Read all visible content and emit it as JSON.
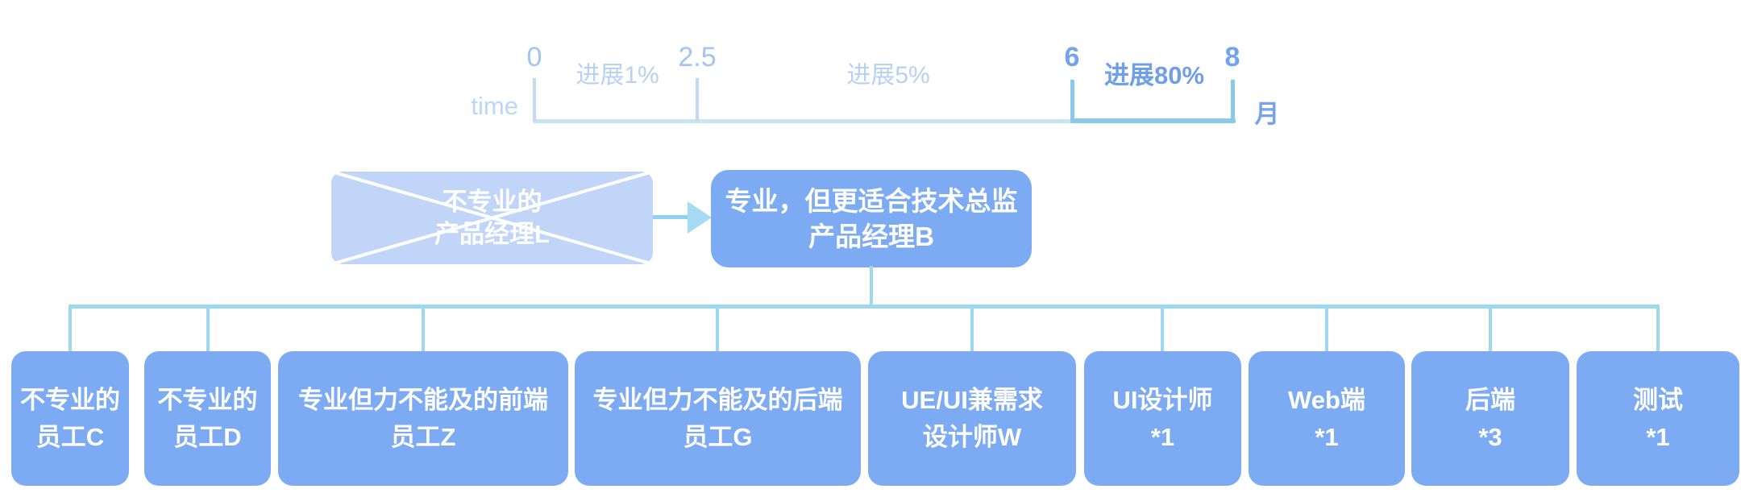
{
  "timeline": {
    "axis_label": "time",
    "unit": "月",
    "ticks": [
      "0",
      "2.5",
      "6",
      "8"
    ],
    "segment_labels": [
      "进展1%",
      "进展5%",
      "进展80%"
    ],
    "axis_range": [
      0,
      8
    ]
  },
  "org": {
    "removed": {
      "line1": "不专业的",
      "line2": "产品经理L"
    },
    "root": {
      "line1": "专业，但更适合技术总监",
      "line2": "产品经理B"
    },
    "children": [
      {
        "line1": "不专业的",
        "line2": "员工C"
      },
      {
        "line1": "不专业的",
        "line2": "员工D"
      },
      {
        "line1": "专业但力不能及的前端",
        "line2": "员工Z"
      },
      {
        "line1": "专业但力不能及的后端",
        "line2": "员工G"
      },
      {
        "line1": "UE/UI兼需求",
        "line2": "设计师W"
      },
      {
        "line1": "UI设计师",
        "line2": "*1"
      },
      {
        "line1": "Web端",
        "line2": "*1"
      },
      {
        "line1": "后端",
        "line2": "*3"
      },
      {
        "line1": "测试",
        "line2": "*1"
      }
    ]
  },
  "colors": {
    "node_fill": "#7caaf3",
    "removed_node_fill": "#c0d5f8",
    "node_text": "#ffffff",
    "connector": "#9ed8ef",
    "axis_light": "#c9e4f3",
    "axis_emphasis": "#8bc9e9",
    "tick_light": "#c3daf4",
    "number_light": "#a3c4f2",
    "number_emphasis": "#74a2ec",
    "label_light": "#b7d0f4",
    "label_emphasis": "#6f9fe9",
    "arrow_line": "#8ed2ee",
    "arrow_head": "#a6dcf3"
  }
}
